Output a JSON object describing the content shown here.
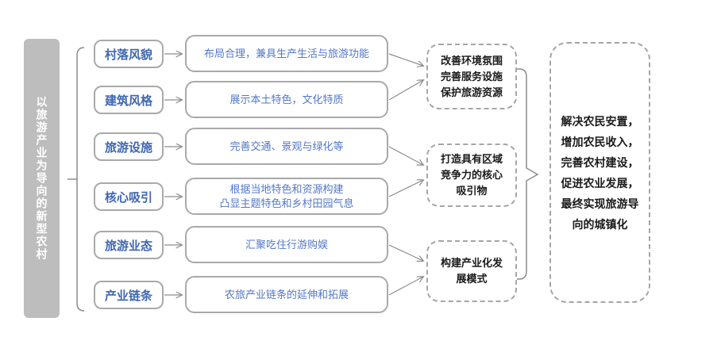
{
  "left_bar": {
    "text": "以旅游产业为导向的新型农村"
  },
  "rows": [
    {
      "label": "村落风貌",
      "desc": [
        "布局合理，兼具生产生活与旅游功能"
      ]
    },
    {
      "label": "建筑风格",
      "desc": [
        "展示本土特色，文化特质"
      ]
    },
    {
      "label": "旅游设施",
      "desc": [
        "完善交通、景观与绿化等"
      ]
    },
    {
      "label": "核心吸引",
      "desc": [
        "根据当地特色和资源构建",
        "凸显主题特色和乡村田园气息"
      ]
    },
    {
      "label": "旅游业态",
      "desc": [
        "汇聚吃住行游购娱"
      ]
    },
    {
      "label": "产业链条",
      "desc": [
        "农旅产业链条的延伸和拓展"
      ]
    }
  ],
  "outcomes": [
    {
      "lines": [
        "改善环境氛围",
        "完善服务设施",
        "保护旅游资源"
      ]
    },
    {
      "lines": [
        "打造具有区域",
        "竞争力的核心",
        "吸引物"
      ]
    },
    {
      "lines": [
        "构建产业化发",
        "展模式"
      ]
    }
  ],
  "goal": {
    "lines": [
      "解决农民安置，",
      "增加农民收入，",
      "完善农村建设，",
      "促进农业发展，",
      "最终实现旅游导",
      "向的城镇化"
    ]
  },
  "colors": {
    "bar_fill": "#bdbdbd",
    "box_border_gray": "#a9a9a9",
    "dashed_border_gray": "#a6a6a6",
    "label_blue": "#3f66b0",
    "desc_blue": "#5377c8",
    "connector_gray": "#8c8c8c",
    "text_black": "#1a1a1a"
  }
}
